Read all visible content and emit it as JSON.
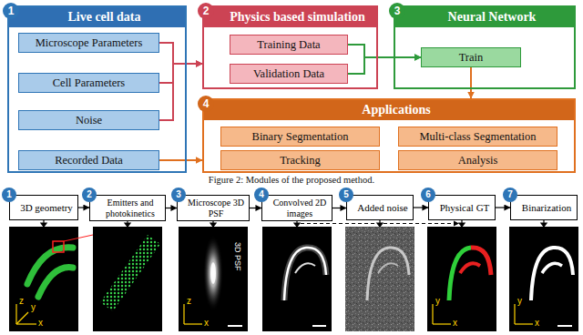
{
  "diagram": {
    "caption": "Figure 2: Modules of the proposed method.",
    "nodes": [
      {
        "text": [
          "Live cell data"
        ]
      },
      {
        "text": [
          "Microscope Parameters"
        ],
        "in": 0
      },
      {
        "text": [
          "Cell Parameters"
        ],
        "in": 0
      },
      {
        "text": [
          "Noise"
        ],
        "in": 0
      },
      {
        "text": [
          "Recorded Data"
        ],
        "in": 0
      },
      {
        "text": [
          "Physics based simulation"
        ]
      },
      {
        "text": [
          "Training Data"
        ],
        "in": 5
      },
      {
        "text": [
          "Validation Data"
        ],
        "in": 5
      },
      {
        "text": [
          "Neural Network"
        ]
      },
      {
        "text": [
          "Train"
        ],
        "in": 8
      },
      {
        "text": [
          "Applications"
        ]
      },
      {
        "text": [
          "Binary Segmentation"
        ],
        "in": 10
      },
      {
        "text": [
          "Multi-class Segmentation"
        ],
        "in": 10
      },
      {
        "text": [
          "Tracking"
        ],
        "in": 10
      },
      {
        "text": [
          "Analysis"
        ],
        "in": 10
      },
      {
        "text": [
          "3D geometry"
        ]
      },
      {
        "text": [
          "Emitters and photokinetics"
        ]
      },
      {
        "text": [
          "Microscope 3D PSF"
        ]
      },
      {
        "text": [
          "Convolved 2D images"
        ]
      },
      {
        "text": [
          "Added noise"
        ]
      },
      {
        "text": [
          "Physical GT"
        ]
      },
      {
        "text": [
          "Binarization"
        ]
      }
    ],
    "edges": [
      {
        "from": 1,
        "to": 5,
        "arrow": "to"
      },
      {
        "from": 2,
        "to": 5,
        "arrow": "to"
      },
      {
        "from": 3,
        "to": 5,
        "arrow": "to"
      },
      {
        "from": 6,
        "to": 9,
        "arrow": "to"
      },
      {
        "from": 7,
        "to": 9,
        "arrow": "to"
      },
      {
        "from": 9,
        "to": 10,
        "arrow": "to"
      },
      {
        "from": 4,
        "to": 10,
        "arrow": "to"
      },
      {
        "from": 15,
        "to": 16,
        "arrow": "to"
      },
      {
        "from": 16,
        "to": 17,
        "arrow": "to"
      },
      {
        "from": 17,
        "to": 18,
        "arrow": "to"
      },
      {
        "from": 18,
        "to": 19,
        "arrow": "to"
      },
      {
        "from": 19,
        "to": 20,
        "arrow": "to"
      },
      {
        "from": 20,
        "to": 21,
        "arrow": "to"
      }
    ],
    "labels": [
      "1",
      "2",
      "3",
      "4",
      "1",
      "2",
      "3",
      "4",
      "5",
      "6",
      "7",
      "z",
      "y",
      "x",
      "3D PSF",
      "z",
      "x",
      "y",
      "x",
      "y",
      "x"
    ]
  }
}
